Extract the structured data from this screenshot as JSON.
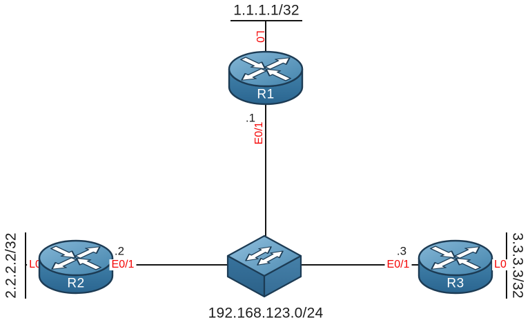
{
  "lan": {
    "subnet": "192.168.123.0/24"
  },
  "nodes": {
    "r1": {
      "name": "R1",
      "loopback_ip": "1.1.1.1/32",
      "loopback_if": "L0",
      "lan_if": "E0/1",
      "lan_host": ".1"
    },
    "r2": {
      "name": "R2",
      "loopback_ip": "2.2.2.2/32",
      "loopback_if": "L0",
      "lan_if": "E0/1",
      "lan_host": ".2"
    },
    "r3": {
      "name": "R3",
      "loopback_ip": "3.3.3.3/32",
      "loopback_if": "L0",
      "lan_if": "E0/1",
      "lan_host": ".3"
    }
  },
  "icons": {
    "router": "cisco-router-icon",
    "switch": "cisco-switch-icon"
  },
  "colors": {
    "interface_label_red": "#f40404",
    "text_black": "#1c1c1c",
    "node_blue_light": "#83b5d6",
    "node_blue_dark": "#2a6590",
    "node_outline": "#1c3b54"
  }
}
